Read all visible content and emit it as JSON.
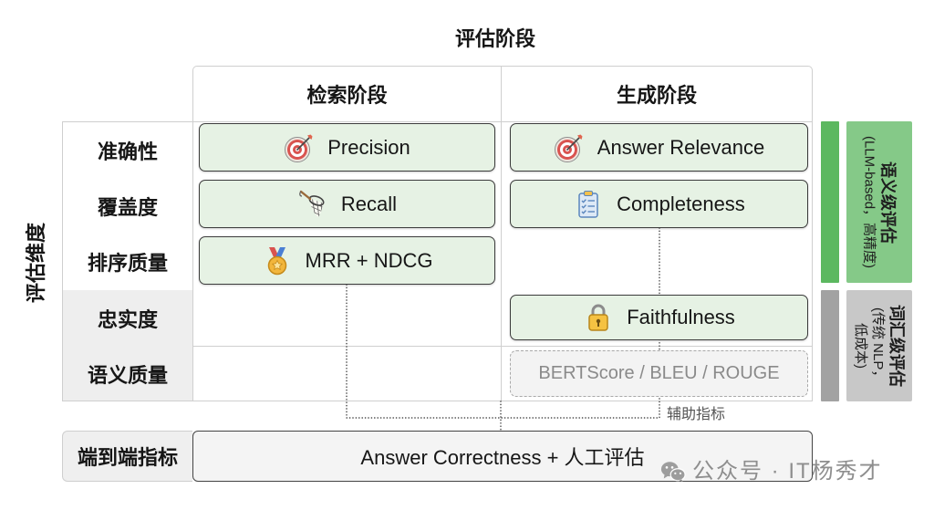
{
  "diagram": {
    "stage_title": "评估阶段",
    "dimension_title": "评估维度",
    "stages": {
      "retrieval": "检索阶段",
      "generation": "生成阶段"
    },
    "dimensions": [
      "准确性",
      "覆盖度",
      "排序质量",
      "忠实度",
      "语义质量"
    ],
    "retrieval_metrics": {
      "precision": {
        "label": "Precision",
        "icon": "target-icon"
      },
      "recall": {
        "label": "Recall",
        "icon": "net-icon"
      },
      "ranking": {
        "label": "MRR + NDCG",
        "icon": "medal-icon"
      }
    },
    "generation_metrics": {
      "answer_relevance": {
        "label": "Answer Relevance",
        "icon": "target-icon"
      },
      "completeness": {
        "label": "Completeness",
        "icon": "clipboard-icon"
      },
      "faithfulness": {
        "label": "Faithfulness",
        "icon": "lock-icon"
      },
      "bertscore": {
        "label": "BERTScore / BLEU / ROUGE"
      }
    },
    "aux_label": "辅助指标",
    "legend": {
      "semantic": {
        "title": "语义级评估",
        "note_lines": [
          "(LLM-based，高精度)"
        ]
      },
      "lexical": {
        "title": "词汇级评估",
        "note_lines": [
          "(传统 NLP，",
          "低成本)"
        ]
      }
    },
    "end_to_end": {
      "label": "端到端指标",
      "value": "Answer Correctness + 人工评估"
    }
  },
  "colors": {
    "card_fill": "#e6f2e4",
    "card_border": "#3c3c3c",
    "aux_fill": "#f3f3f3",
    "aux_text": "#8a8a8a",
    "semantic_bar": "#5cb860",
    "semantic_box": "#85c988",
    "lexical_bar": "#a2a2a2",
    "lexical_box": "#c8c8c8",
    "grid_line": "#cfcfcf",
    "label_shade": "#eeeeee"
  },
  "watermark": {
    "text": "公众号 · IT杨秀才",
    "icon": "wechat-icon"
  }
}
